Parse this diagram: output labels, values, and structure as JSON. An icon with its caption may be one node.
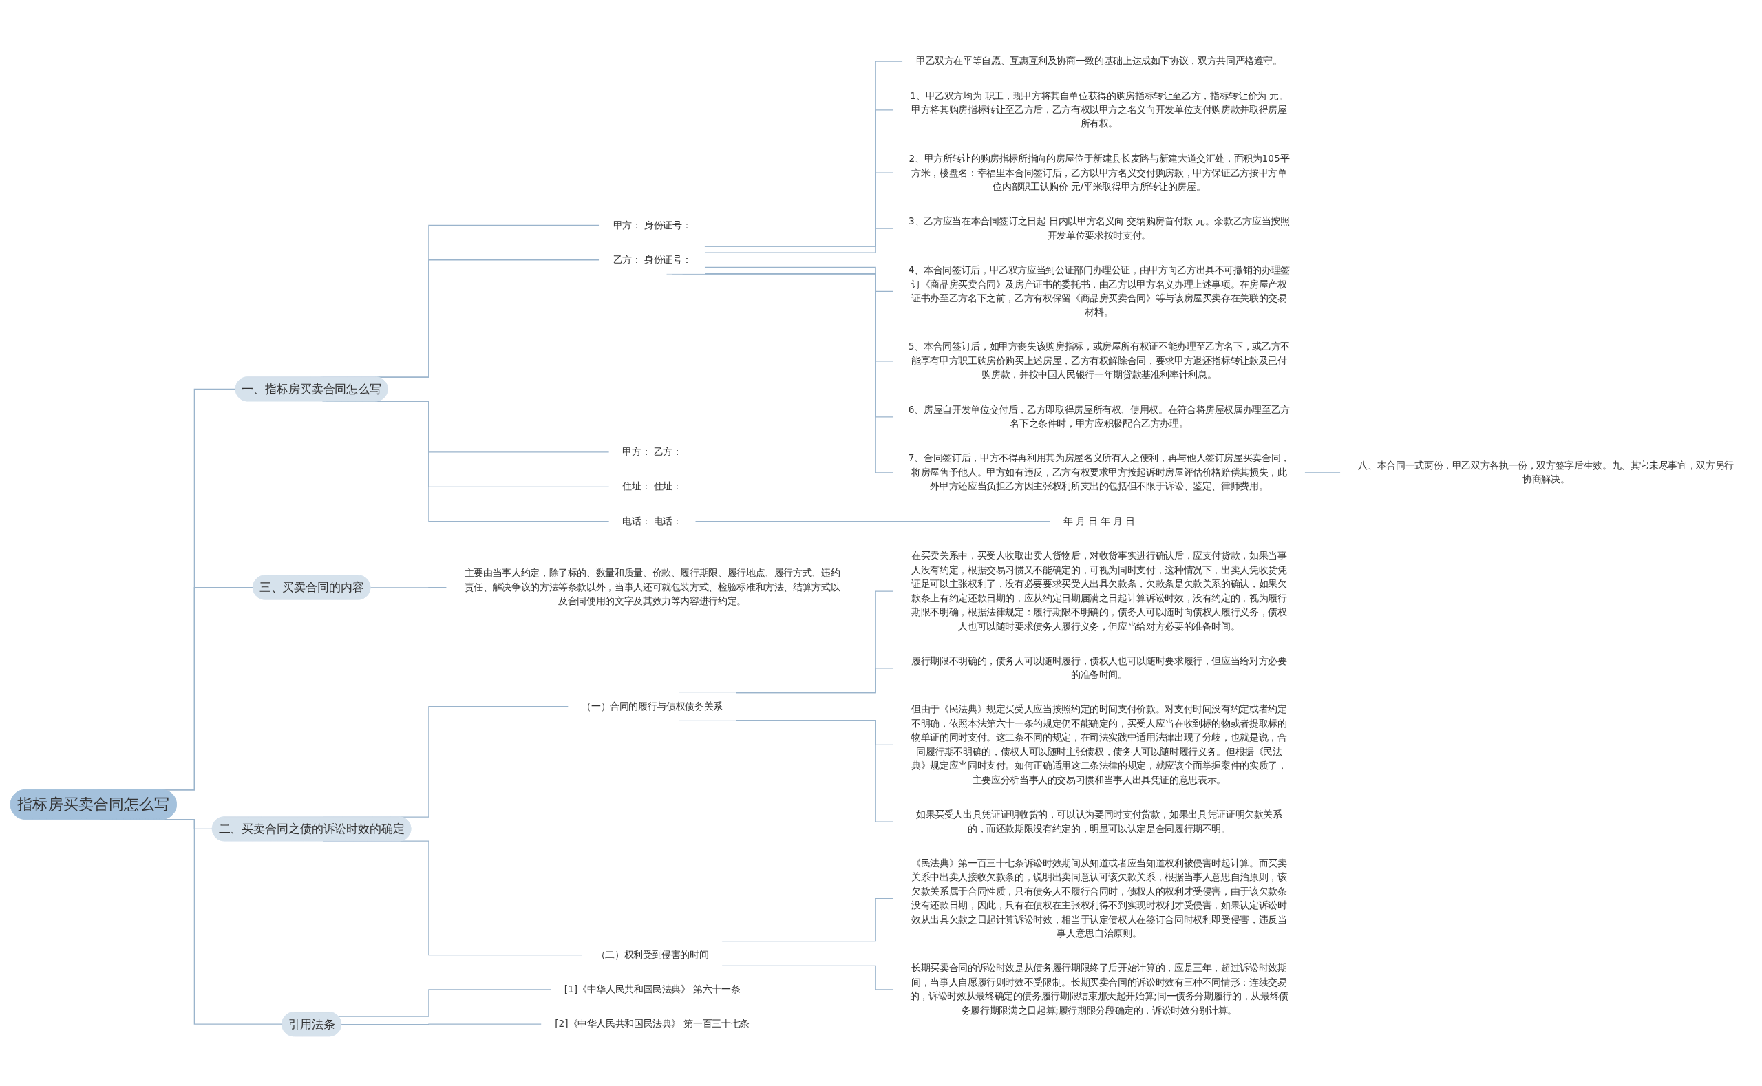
{
  "diagram": {
    "nodes": [
      {
        "text": [
          "指标房买卖合同怎么写"
        ]
      },
      {
        "text": [
          "一、指标房买卖合同怎么写"
        ]
      },
      {
        "text": [
          "甲方： 身份证号："
        ]
      },
      {
        "text": [
          "乙方： 身份证号："
        ]
      },
      {
        "text": [
          "甲乙双方在平等自愿、互惠互利及协商一致的基础上达成如下协议，双方共同严格遵守。"
        ]
      },
      {
        "text": [
          "1、甲乙双方均为 职工，现甲方将其自单位获得的购房指标转让至乙方，指标转让价为 元。甲方将其购房指标转让至乙方后，乙方有权以甲方之名义向开发单位支付购房款并取得房屋所有权。"
        ]
      },
      {
        "text": [
          "2、甲方所转让的购房指标所指向的房屋位于新建县长麦路与新建大道交汇处，面积为105平方米，楼盘名：幸福里本合同签订后，乙方以甲方名义交付购房款，甲方保证乙方按甲方单位内部职工认购价 元/平米取得甲方所转让的房屋。"
        ]
      },
      {
        "text": [
          "3、乙方应当在本合同签订之日起 日内以甲方名义向 交纳购房首付款 元。余款乙方应当按照开发单位要求按时支付。"
        ]
      },
      {
        "text": [
          "4、本合同签订后，甲乙双方应当到公证部门办理公证，由甲方向乙方出具不可撤销的办理签订《商品房买卖合同》及房产证书的委托书，由乙方以甲方名义办理上述事项。在房屋产权证书办至乙方名下之前，乙方有权保留《商品房买卖合同》等与该房屋买卖存在关联的交易材料。"
        ]
      },
      {
        "text": [
          "5、本合同签订后，如甲方丧失该购房指标，或房屋所有权证不能办理至乙方名下，或乙方不能享有甲方职工购房价购买上述房屋，乙方有权解除合同，要求甲方退还指标转让款及已付购房款，并按中国人民银行一年期贷款基准利率计利息。"
        ]
      },
      {
        "text": [
          "6、房屋自开发单位交付后，乙方即取得房屋所有权、使用权。在符合将房屋权属办理至乙方名下之条件时，甲方应积极配合乙方办理。"
        ]
      },
      {
        "text": [
          "7、合同签订后，甲方不得再利用其为房屋名义所有人之便利，再与他人签订房屋买卖合同，将房屋售予他人。甲方如有违反，乙方有权要求甲方按起诉时房屋评估价格赔偿其损失，此外甲方还应当负担乙方因主张权利所支出的包括但不限于诉讼、鉴定、律师费用。"
        ]
      },
      {
        "text": [
          "八、本合同一式两份，甲乙双方各执一份，双方签字后生效。九、其它未尽事宜，双方另行协商解决。"
        ]
      },
      {
        "text": [
          "甲方： 乙方："
        ]
      },
      {
        "text": [
          "住址： 住址："
        ]
      },
      {
        "text": [
          "电话： 电话："
        ]
      },
      {
        "text": [
          "年 月 日 年 月 日"
        ]
      },
      {
        "text": [
          "三、买卖合同的内容"
        ]
      },
      {
        "text": [
          "主要由当事人约定，除了标的、数量和质量、价款、履行期限、履行地点、履行方式、违约责任、解决争议的方法等条款以外，当事人还可就包装方式、检验标准和方法、结算方式以及合同使用的文字及其效力等内容进行约定。"
        ]
      },
      {
        "text": [
          "二、买卖合同之债的诉讼时效的确定"
        ]
      },
      {
        "text": [
          "（一）合同的履行与债权债务关系"
        ]
      },
      {
        "text": [
          "在买卖关系中，买受人收取出卖人货物后，对收货事实进行确认后，应支付货款，如果当事人没有约定，根据交易习惯又不能确定的，可视为同时支付，这种情况下，出卖人凭收货凭证足可以主张权利了，没有必要要求买受人出具欠款条，欠款条是欠款关系的确认，如果欠款条上有约定还款日期的，应从约定日期届满之日起计算诉讼时效，没有约定的，视为履行期限不明确，根据法律规定：履行期限不明确的，债务人可以随时向债权人履行义务，债权人也可以随时要求债务人履行义务，但应当给对方必要的准备时间。"
        ]
      },
      {
        "text": [
          "履行期限不明确的，债务人可以随时履行，债权人也可以随时要求履行，但应当给对方必要的准备时间。"
        ]
      },
      {
        "text": [
          "但由于《民法典》规定买受人应当按照约定的时间支付价款。对支付时间没有约定或者约定不明确，依照本法第六十一条的规定仍不能确定的，买受人应当在收到标的物或者提取标的物单证的同时支付。这二条不同的规定，在司法实践中适用法律出现了分歧，也就是说，合同履行期不明确的，债权人可以随时主张债权，债务人可以随时履行义务。但根据《民法典》规定应当同时支付。如何正确适用这二条法律的规定，就应该全面掌握案件的实质了，主要应分析当事人的交易习惯和当事人出具凭证的意思表示。"
        ]
      },
      {
        "text": [
          "如果买受人出具凭证证明收货的，可以认为要同时支付货款，如果出具凭证证明欠款关系的，而还款期限没有约定的，明显可以认定是合同履行期不明。"
        ]
      },
      {
        "text": [
          "（二）权利受到侵害的时间"
        ]
      },
      {
        "text": [
          "《民法典》第一百三十七条诉讼时效期间从知道或者应当知道权利被侵害时起计算。而买卖关系中出卖人接收欠款条的，说明出卖同意认可该欠款关系，根据当事人意思自治原则，该欠款关系属于合同性质，只有债务人不履行合同时，债权人的权利才受侵害，由于该欠款条没有还款日期，因此，只有在债权在主张权利得不到实现时权利才受侵害，如果认定诉讼时效从出具欠款之日起计算诉讼时效，相当于认定债权人在签订合同时权利即受侵害，违反当事人意思自治原则。"
        ]
      },
      {
        "text": [
          "长期买卖合同的诉讼时效是从债务履行期限终了后开始计算的，应是三年，超过诉讼时效期间，当事人自愿履行则时效不受限制。长期买卖合同的诉讼时效有三种不同情形：连续交易的，诉讼时效从最终确定的债务履行期限结束那天起开始算;同一债务分期履行的，从最终债务履行期限满之日起算;履行期限分段确定的，诉讼时效分别计算。"
        ]
      },
      {
        "text": [
          "引用法条"
        ]
      },
      {
        "text": [
          "[1]《中华人民共和国民法典》 第六十一条"
        ]
      },
      {
        "text": [
          "[2]《中华人民共和国民法典》 第一百三十七条"
        ]
      }
    ],
    "edges": [
      {
        "from": 0,
        "to": 1,
        "arrow": "none"
      },
      {
        "from": 1,
        "to": 2,
        "arrow": "none"
      },
      {
        "from": 1,
        "to": 3,
        "arrow": "none"
      },
      {
        "from": 3,
        "to": 4,
        "arrow": "none"
      },
      {
        "from": 3,
        "to": 5,
        "arrow": "none"
      },
      {
        "from": 3,
        "to": 6,
        "arrow": "none"
      },
      {
        "from": 3,
        "to": 7,
        "arrow": "none"
      },
      {
        "from": 3,
        "to": 8,
        "arrow": "none"
      },
      {
        "from": 3,
        "to": 9,
        "arrow": "none"
      },
      {
        "from": 3,
        "to": 10,
        "arrow": "none"
      },
      {
        "from": 3,
        "to": 11,
        "arrow": "none"
      },
      {
        "from": 11,
        "to": 12,
        "arrow": "none"
      },
      {
        "from": 1,
        "to": 13,
        "arrow": "none"
      },
      {
        "from": 1,
        "to": 14,
        "arrow": "none"
      },
      {
        "from": 1,
        "to": 15,
        "arrow": "none"
      },
      {
        "from": 15,
        "to": 16,
        "arrow": "none"
      },
      {
        "from": 0,
        "to": 17,
        "arrow": "none"
      },
      {
        "from": 17,
        "to": 18,
        "arrow": "none"
      },
      {
        "from": 0,
        "to": 19,
        "arrow": "none"
      },
      {
        "from": 19,
        "to": 20,
        "arrow": "none"
      },
      {
        "from": 20,
        "to": 21,
        "arrow": "none"
      },
      {
        "from": 20,
        "to": 22,
        "arrow": "none"
      },
      {
        "from": 20,
        "to": 23,
        "arrow": "none"
      },
      {
        "from": 20,
        "to": 24,
        "arrow": "none"
      },
      {
        "from": 19,
        "to": 25,
        "arrow": "none"
      },
      {
        "from": 25,
        "to": 26,
        "arrow": "none"
      },
      {
        "from": 25,
        "to": 27,
        "arrow": "none"
      },
      {
        "from": 0,
        "to": 28,
        "arrow": "none"
      },
      {
        "from": 28,
        "to": 29,
        "arrow": "none"
      },
      {
        "from": 28,
        "to": 30,
        "arrow": "none"
      }
    ]
  }
}
